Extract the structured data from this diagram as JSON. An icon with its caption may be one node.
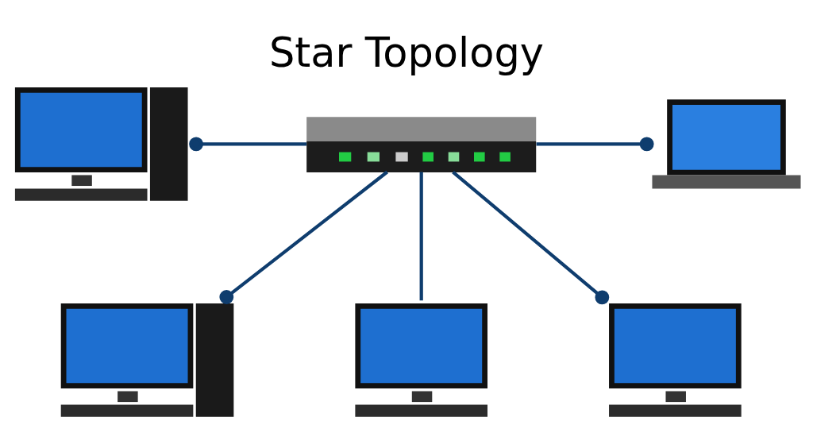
{
  "diagram": {
    "title": "Star Topology",
    "nodes": [
      {
        "text": [],
        "shape": "picture"
      },
      {
        "text": [],
        "shape": "picture"
      },
      {
        "text": [],
        "shape": "picture"
      },
      {
        "text": [],
        "shape": "picture"
      },
      {
        "text": [],
        "shape": "picture"
      },
      {
        "text": [],
        "shape": "picture"
      }
    ],
    "edges": [
      {
        "from": 2,
        "to": 0,
        "arrow": "other"
      },
      {
        "from": 2,
        "to": 1,
        "arrow": "other"
      },
      {
        "from": 2,
        "to": 3,
        "arrow": "other"
      },
      {
        "from": 2,
        "to": 4,
        "arrow": "none"
      },
      {
        "from": 2,
        "to": 5,
        "arrow": "other"
      }
    ]
  }
}
